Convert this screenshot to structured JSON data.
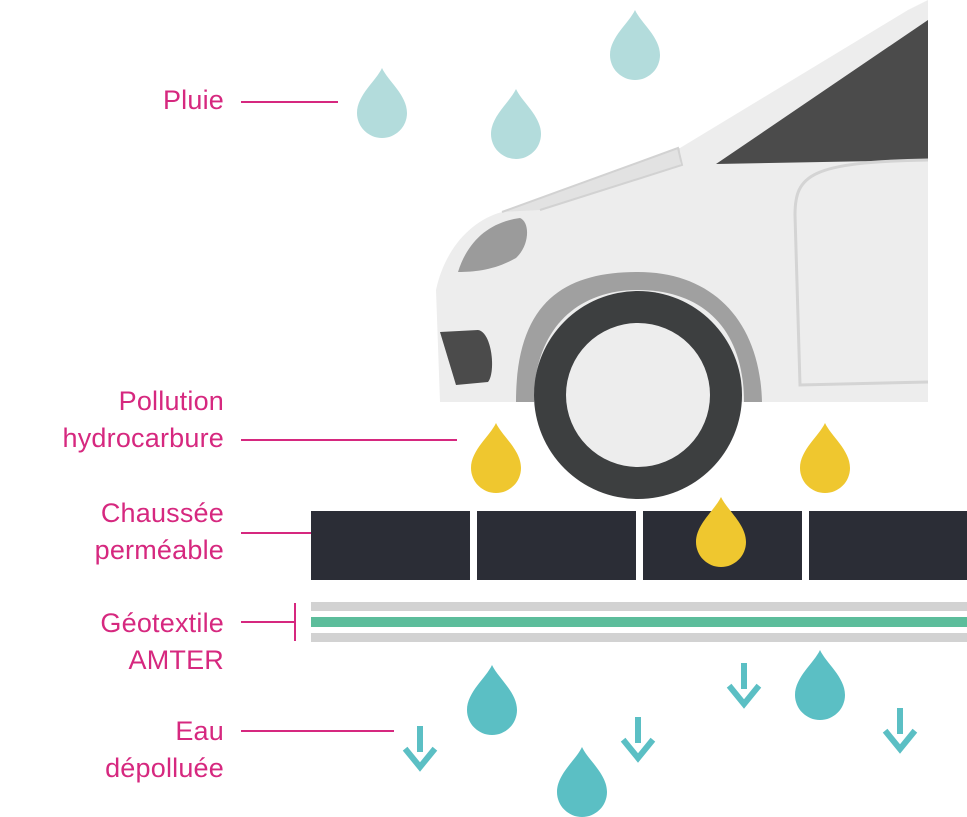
{
  "labels": {
    "rain": [
      "Pluie"
    ],
    "pollution": [
      "Pollution",
      "hydrocarbure"
    ],
    "pavement": [
      "Chaussée",
      "perméable"
    ],
    "geotextile": [
      "Géotextile",
      "AMTER"
    ],
    "clean_water": [
      "Eau",
      "dépolluée"
    ]
  },
  "colors": {
    "label": "#d6287f",
    "rain_drop": "#b3dcdc",
    "hydrocarbon_drop": "#efc72f",
    "clean_water_drop": "#5bbfc4",
    "pavement": "#2b2d36",
    "geotextile_green": "#5cbd9b",
    "geotextile_grey": "#d2d2d2",
    "car_body": "#ededed",
    "car_dark": "#4b4b4b"
  },
  "icons": [
    "rain-drop-icon",
    "hydrocarbon-drop-icon",
    "clean-water-drop-icon",
    "down-arrow-icon",
    "car-illustration"
  ]
}
